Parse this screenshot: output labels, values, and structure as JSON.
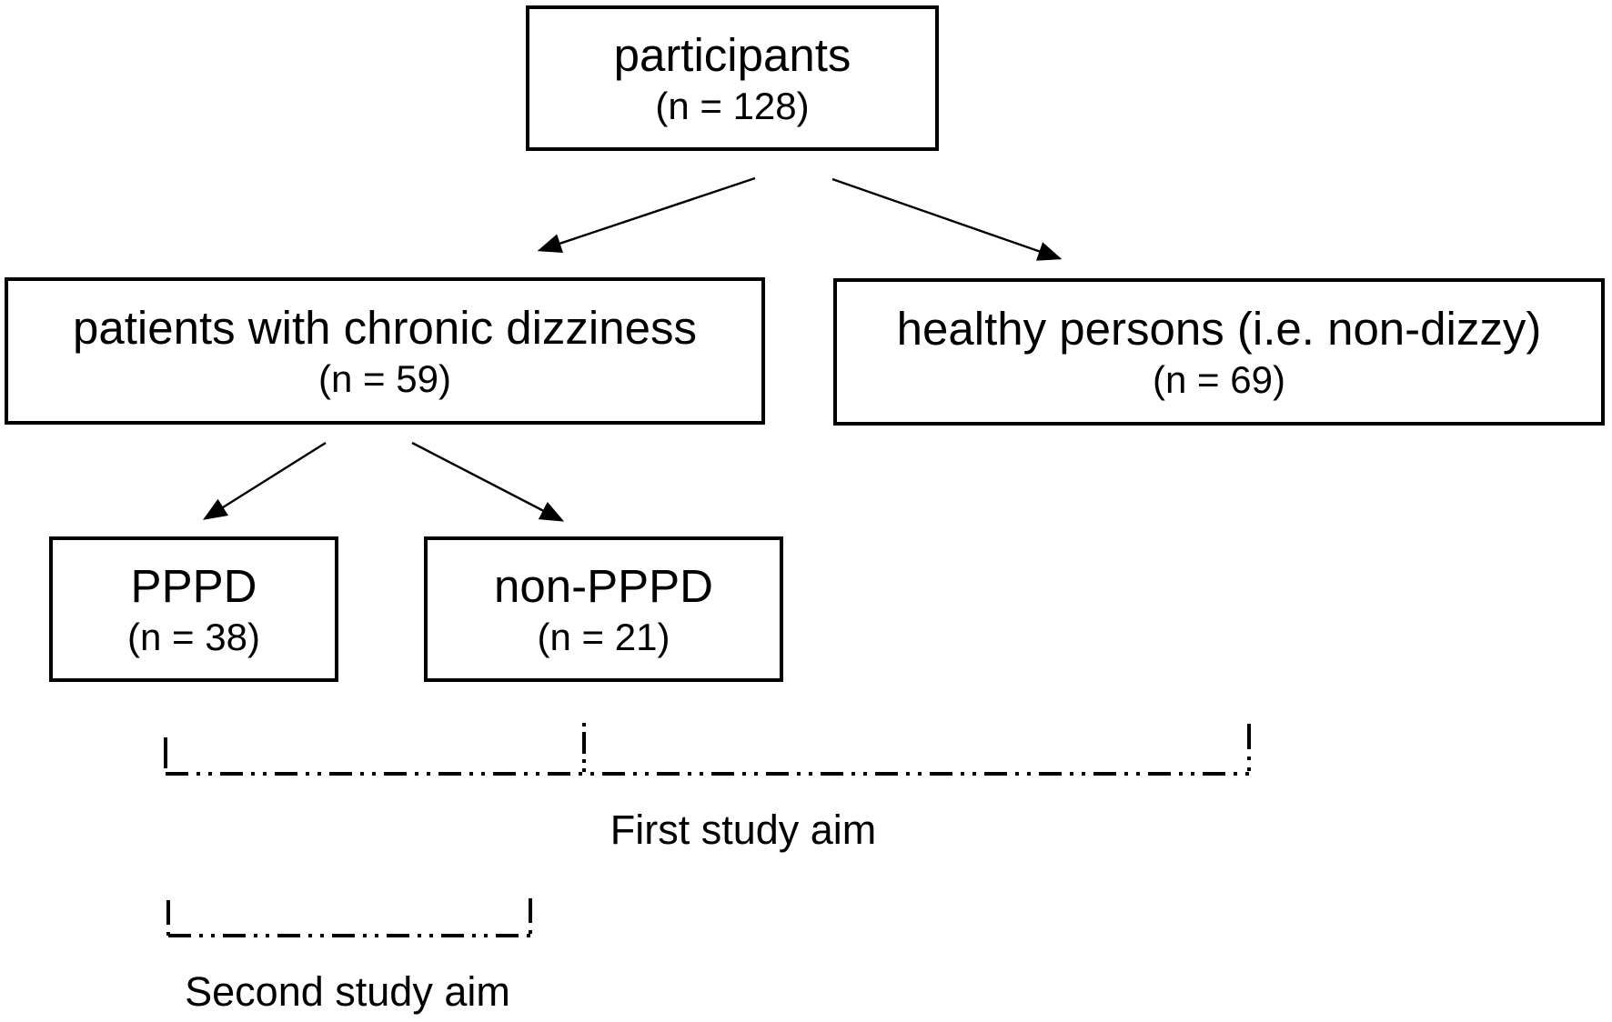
{
  "figure": {
    "background_color": "#ffffff",
    "line_color": "#000000",
    "text_color": "#000000"
  },
  "nodes": {
    "participants": {
      "label": "participants",
      "count": "(n = 128)"
    },
    "chronic_dizziness": {
      "label": "patients with chronic dizziness",
      "count": "(n = 59)"
    },
    "healthy": {
      "label": "healthy persons (i.e. non-dizzy)",
      "count": "(n = 69)"
    },
    "pppd": {
      "label": "PPPD",
      "count": "(n = 38)"
    },
    "non_pppd": {
      "label": "non-PPPD",
      "count": "(n = 21)"
    }
  },
  "edges": [
    {
      "from": "participants",
      "to": "chronic_dizziness"
    },
    {
      "from": "participants",
      "to": "healthy"
    },
    {
      "from": "chronic_dizziness",
      "to": "pppd"
    },
    {
      "from": "chronic_dizziness",
      "to": "non_pppd"
    }
  ],
  "annotations": {
    "first_study_aim": "First study aim",
    "second_study_aim": "Second study aim"
  }
}
